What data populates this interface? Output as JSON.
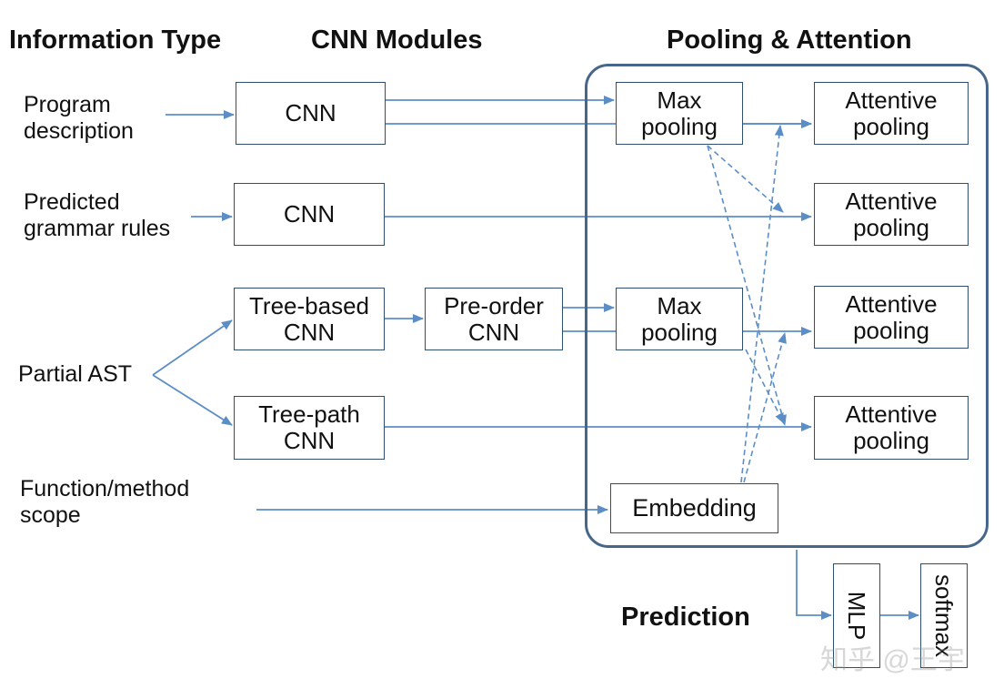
{
  "headers": {
    "information_type": "Information Type",
    "cnn_modules": "CNN Modules",
    "pooling_attention": "Pooling & Attention",
    "prediction": "Prediction"
  },
  "inputs": {
    "program_description": "Program\ndescription",
    "predicted_grammar_rules": "Predicted\ngrammar rules",
    "partial_ast": "Partial AST",
    "function_method_scope": "Function/method\nscope"
  },
  "cnn_modules": {
    "cnn_1": "CNN",
    "cnn_2": "CNN",
    "tree_based_cnn": "Tree-based\nCNN",
    "pre_order_cnn": "Pre-order\nCNN",
    "tree_path_cnn": "Tree-path\nCNN"
  },
  "pooling": {
    "max_pooling_1": "Max\npooling",
    "max_pooling_2": "Max\npooling",
    "attentive_pooling_1": "Attentive\npooling",
    "attentive_pooling_2": "Attentive\npooling",
    "attentive_pooling_3": "Attentive\npooling",
    "attentive_pooling_4": "Attentive\npooling",
    "embedding": "Embedding"
  },
  "prediction": {
    "mlp": "MLP",
    "softmax": "softmax"
  },
  "watermark": "知乎 @王宇",
  "colors": {
    "arrow": "#5b8ec7",
    "box_border": "#2f4f6f",
    "group_border": "#47678a"
  }
}
